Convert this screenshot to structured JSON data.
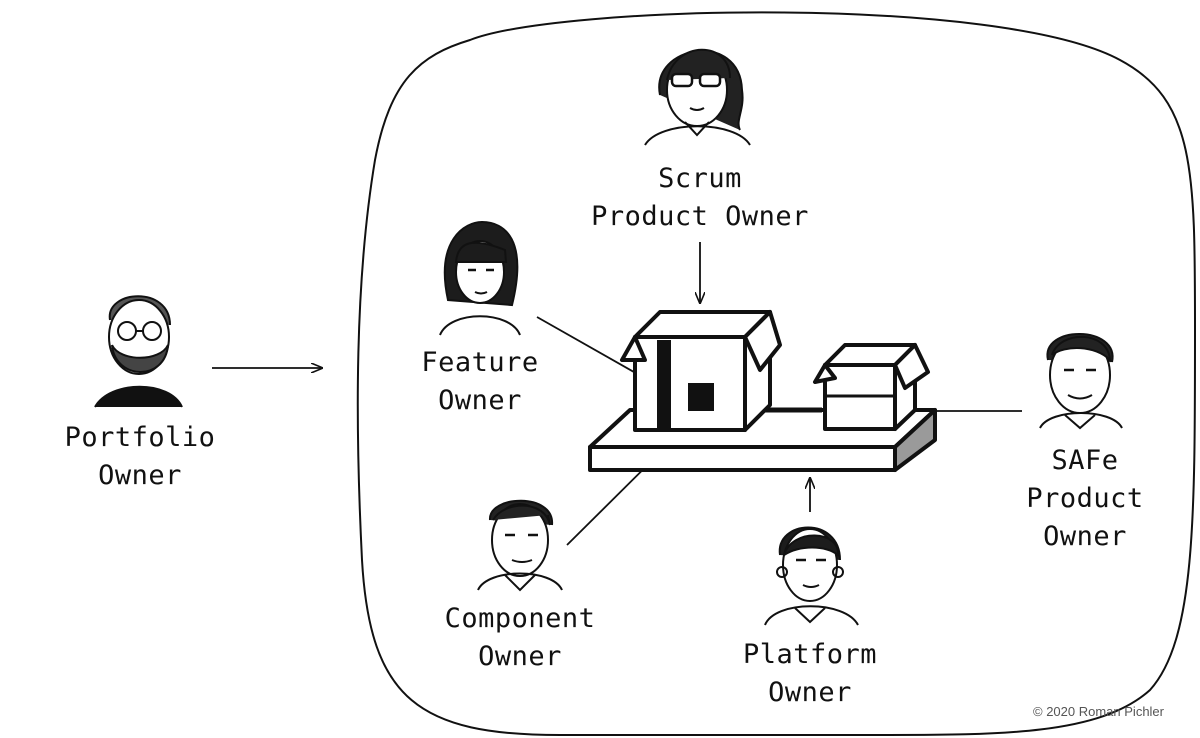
{
  "diagram": {
    "roles": {
      "scrum": {
        "line1": "Scrum",
        "line2": "Product Owner",
        "icon": "woman-glasses-portrait-icon"
      },
      "feature": {
        "line1": "Feature",
        "line2": "Owner",
        "icon": "woman-bob-hair-portrait-icon"
      },
      "portfolio": {
        "line1": "Portfolio",
        "line2": "Owner",
        "icon": "bearded-man-glasses-portrait-icon"
      },
      "component": {
        "line1": "Component",
        "line2": "Owner",
        "icon": "man-portrait-icon"
      },
      "platform": {
        "line1": "Platform",
        "line2": "Owner",
        "icon": "woman-short-hair-portrait-icon"
      },
      "safe": {
        "line1": "SAFe",
        "line2": "Product",
        "line3": "Owner",
        "icon": "man-curly-hair-portrait-icon"
      }
    },
    "product_icon": "product-boxes-on-platform-icon",
    "copyright": "© 2020 Roman Pichler",
    "colors": {
      "ink": "#111111",
      "background": "#ffffff"
    }
  }
}
